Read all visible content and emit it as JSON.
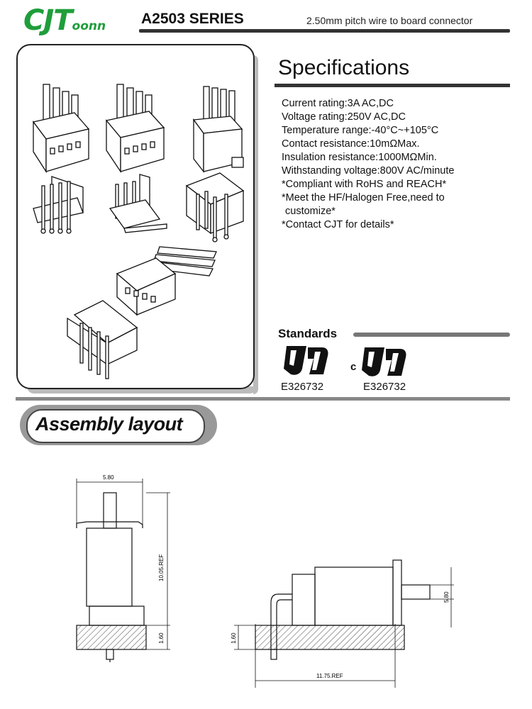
{
  "header": {
    "logo_main": "CJT",
    "logo_small": "oonn",
    "series": "A2503 SERIES",
    "subtitle": "2.50mm pitch wire to board connector"
  },
  "specifications": {
    "title": "Specifications",
    "items": [
      "Current rating:3A AC,DC",
      "Voltage rating:250V AC,DC",
      "Temperature range:-40°C~+105°C",
      "Contact resistance:10mΩMax.",
      "Insulation resistance:1000MΩMin.",
      "Withstanding voltage:800V AC/minute",
      "*Compliant with RoHS and REACH*",
      "*Meet the HF/Halogen Free,need to",
      " customize*",
      "*Contact CJT for details*"
    ]
  },
  "standards": {
    "title": "Standards",
    "cert1": "E326732",
    "cert2": "E326732",
    "cert2_prefix": "c"
  },
  "assembly": {
    "title": "Assembly layout",
    "dim_width": "5.80",
    "dim_height": "10.05.REF",
    "dim_board_left": "1.60",
    "dim_board_right": "1.60",
    "dim_pin_height": "5.80",
    "dim_length": "11.75.REF"
  }
}
